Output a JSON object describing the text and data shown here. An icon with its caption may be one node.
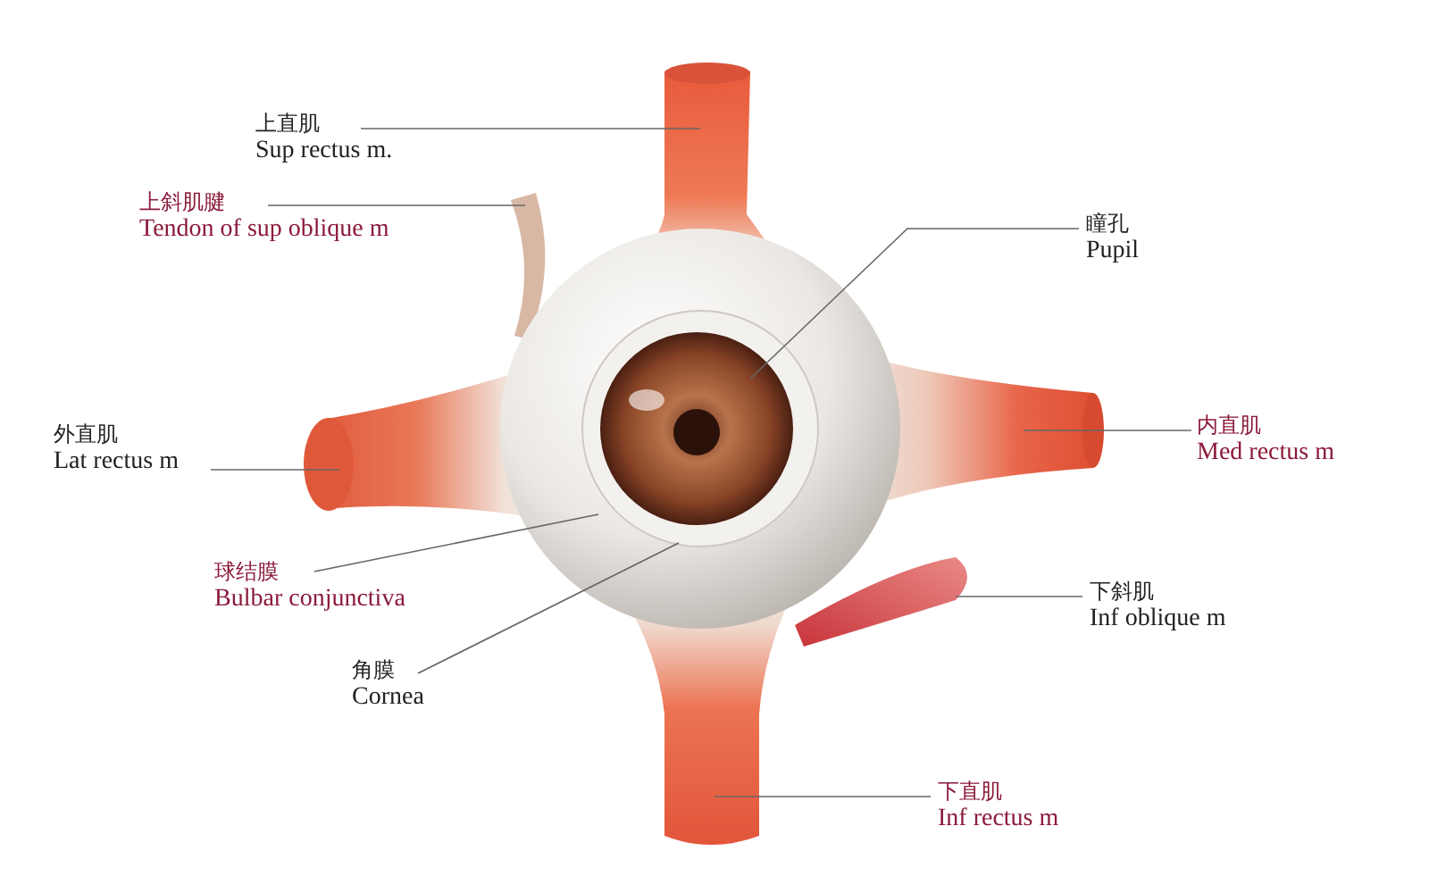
{
  "diagram": {
    "nodes": [
      {
        "text": [
          "上直肌",
          "Sup rectus m."
        ]
      },
      {
        "text": [
          "上斜肌腱",
          "Tendon of sup oblique m"
        ]
      },
      {
        "text": [
          "瞳孔",
          "Pupil"
        ]
      },
      {
        "text": [
          "内直肌",
          "Med rectus m"
        ]
      },
      {
        "text": [
          "外直肌",
          "Lat rectus m"
        ]
      },
      {
        "text": [
          "球结膜",
          "Bulbar conjunctiva"
        ]
      },
      {
        "text": [
          "下斜肌",
          "Inf oblique m"
        ]
      },
      {
        "text": [
          "角膜",
          "Cornea"
        ]
      },
      {
        "text": [
          "下直肌",
          "Inf rectus m"
        ]
      }
    ],
    "edges": [
      {
        "from": 0,
        "to": null,
        "arrow": "none"
      },
      {
        "from": 1,
        "to": null,
        "arrow": "none"
      },
      {
        "from": 2,
        "to": null,
        "arrow": "none"
      },
      {
        "from": 3,
        "to": null,
        "arrow": "none"
      },
      {
        "from": 4,
        "to": null,
        "arrow": "none"
      },
      {
        "from": 5,
        "to": null,
        "arrow": "none"
      },
      {
        "from": 6,
        "to": null,
        "arrow": "none"
      },
      {
        "from": 7,
        "to": null,
        "arrow": "none"
      },
      {
        "from": 8,
        "to": null,
        "arrow": "none"
      }
    ]
  }
}
